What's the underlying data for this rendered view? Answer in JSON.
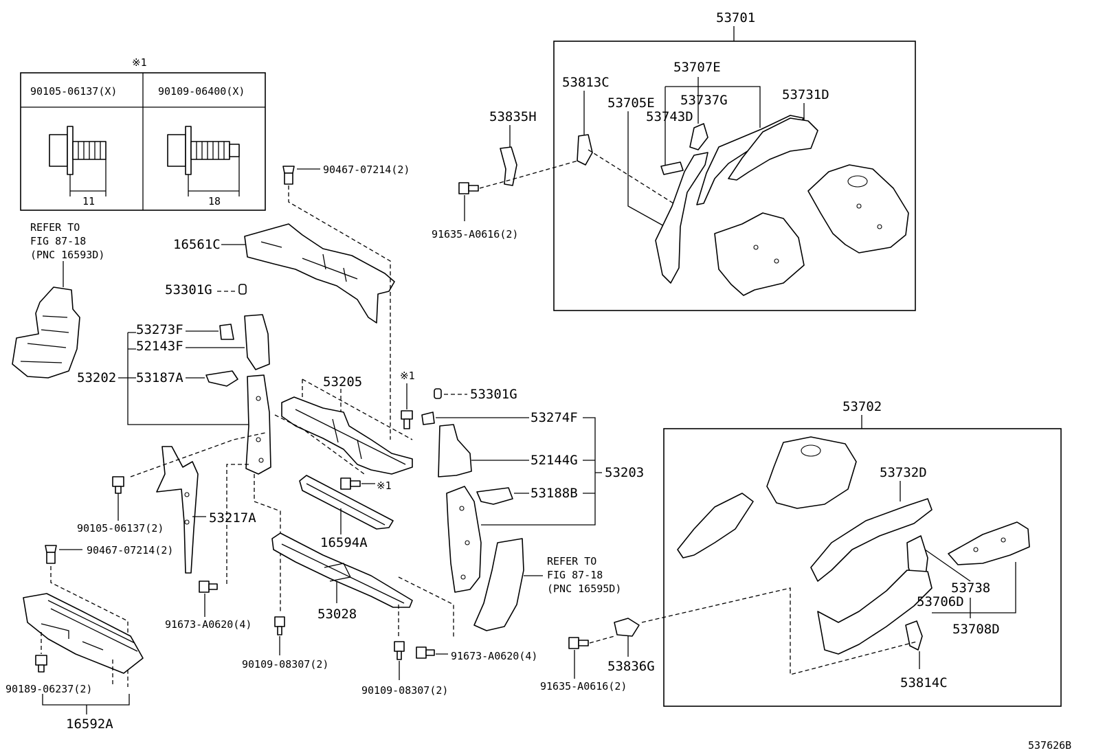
{
  "sheet_code": "537626B",
  "note_mark": "※1",
  "bolt_table": {
    "bolt_a": {
      "part": "90105-06137(X)",
      "length": "11"
    },
    "bolt_b": {
      "part": "90109-06400(X)",
      "length": "18"
    }
  },
  "refer_left": {
    "line1": "REFER TO",
    "line2": "FIG 87-18",
    "line3": "(PNC 16593D)"
  },
  "refer_right": {
    "line1": "REFER TO",
    "line2": "FIG 87-18",
    "line3": "(PNC 16595D)"
  },
  "labels": {
    "p53701": "53701",
    "p53707E": "53707E",
    "p53813C": "53813C",
    "p53705E": "53705E",
    "p53737G": "53737G",
    "p53743D": "53743D",
    "p53731D": "53731D",
    "p53835H": "53835H",
    "p91635a": "91635-A0616(2)",
    "p90467a": "90467-07214(2)",
    "p16561C": "16561C",
    "p53301Ga": "53301G",
    "p53273F": "53273F",
    "p52143F": "52143F",
    "p53202": "53202",
    "p53187A": "53187A",
    "p53205": "53205",
    "p53301Gb": "53301G",
    "p53274F": "53274F",
    "p52144G": "52144G",
    "p53203": "53203",
    "p53188B": "53188B",
    "p53702": "53702",
    "p53732D": "53732D",
    "p90105": "90105-06137(2)",
    "p53217A": "53217A",
    "p16594A": "16594A",
    "p90467b": "90467-07214(2)",
    "p91673a": "91673-A0620(4)",
    "p53028": "53028",
    "p90109a": "90109-08307(2)",
    "p90109b": "90109-08307(2)",
    "p91673b": "91673-A0620(4)",
    "p90189": "90189-06237(2)",
    "p16592A": "16592A",
    "p53836G": "53836G",
    "p91635b": "91635-A0616(2)",
    "p53738": "53738",
    "p53706D": "53706D",
    "p53708D": "53708D",
    "p53814C": "53814C"
  }
}
